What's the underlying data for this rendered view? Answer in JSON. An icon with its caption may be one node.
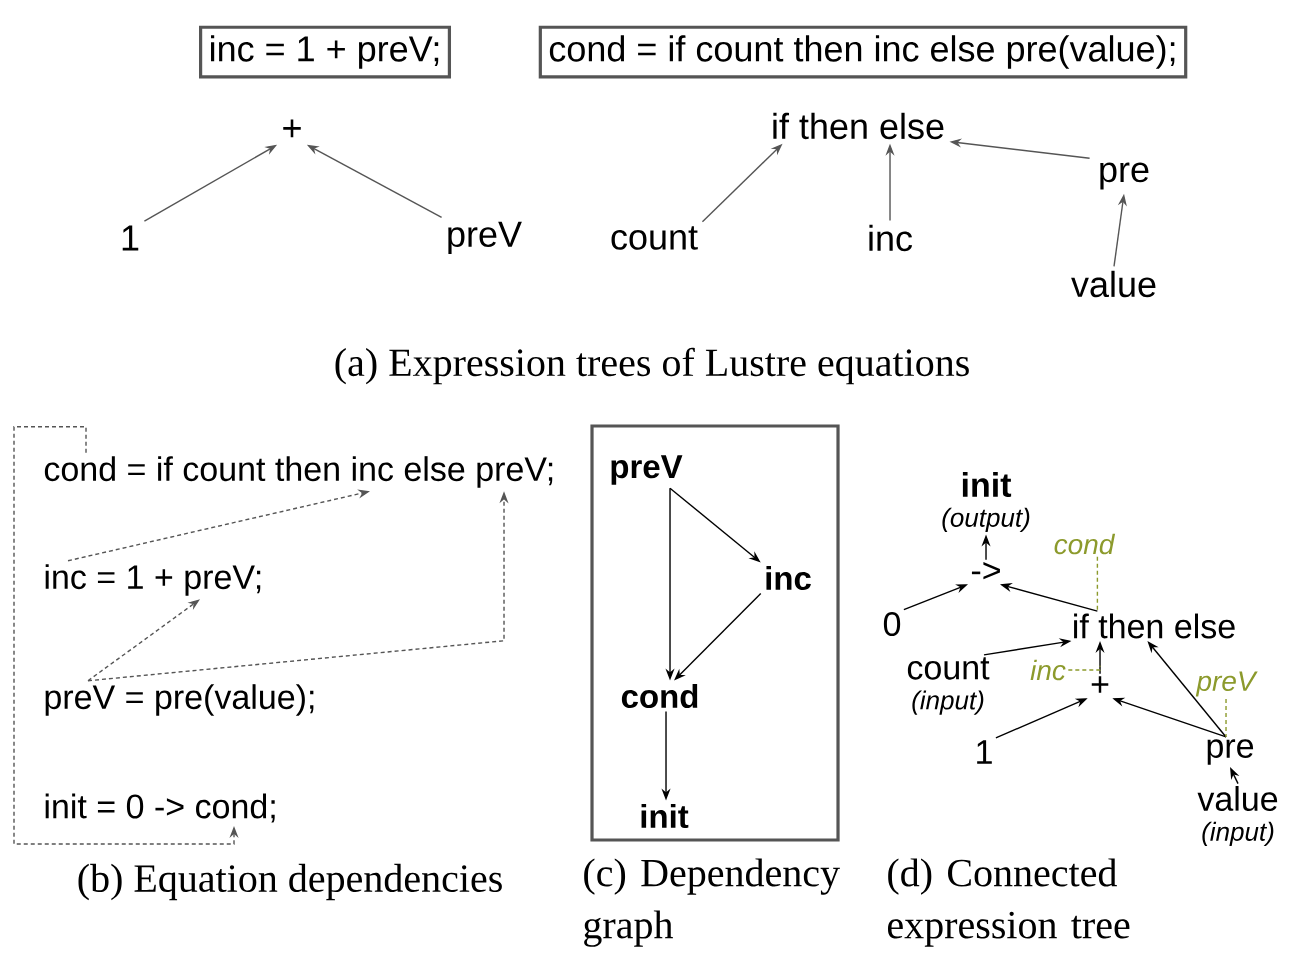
{
  "diagram": {
    "nodes": [
      {
        "text": [
          "inc = 1 + preV;"
        ]
      },
      {
        "text": [
          "cond = if count then inc else pre(value);"
        ]
      },
      {
        "text": [
          "+"
        ]
      },
      {
        "text": [
          "1"
        ]
      },
      {
        "text": [
          "preV"
        ]
      },
      {
        "text": [
          "if then else"
        ]
      },
      {
        "text": [
          "count"
        ]
      },
      {
        "text": [
          "inc"
        ]
      },
      {
        "text": [
          "pre"
        ]
      },
      {
        "text": [
          "value"
        ]
      },
      {
        "text": [
          "cond = if count then inc else preV;"
        ]
      },
      {
        "text": [
          "inc = 1 + preV;"
        ]
      },
      {
        "text": [
          "preV = pre(value);"
        ]
      },
      {
        "text": [
          "init = 0 -> cond;"
        ]
      },
      {
        "text": [],
        "shape": "box"
      },
      {
        "text": [
          "preV"
        ],
        "in": 14
      },
      {
        "text": [
          "inc"
        ],
        "in": 14
      },
      {
        "text": [
          "cond"
        ],
        "in": 14
      },
      {
        "text": [
          "init"
        ],
        "in": 14
      },
      {
        "text": [
          "init"
        ],
        "beside": [
          "(output)"
        ]
      },
      {
        "text": [
          "->"
        ]
      },
      {
        "text": [
          "0"
        ]
      },
      {
        "text": [
          "if then else"
        ]
      },
      {
        "text": [
          "count"
        ],
        "beside": [
          "(input)"
        ]
      },
      {
        "text": [
          "+"
        ]
      },
      {
        "text": [
          "1"
        ]
      },
      {
        "text": [
          "pre"
        ]
      },
      {
        "text": [
          "value"
        ],
        "beside": [
          "(input)"
        ]
      },
      {
        "text": [
          "cond"
        ]
      },
      {
        "text": [
          "inc"
        ]
      },
      {
        "text": [
          "preV"
        ]
      }
    ],
    "edges": [
      {
        "from": 3,
        "to": 2,
        "arrow": "to",
        "color": "#555555"
      },
      {
        "from": 4,
        "to": 2,
        "arrow": "to",
        "color": "#555555"
      },
      {
        "from": 6,
        "to": 5,
        "arrow": "to",
        "color": "#555555"
      },
      {
        "from": 7,
        "to": 5,
        "arrow": "to",
        "color": "#555555"
      },
      {
        "from": 8,
        "to": 5,
        "arrow": "to",
        "color": "#555555"
      },
      {
        "from": 9,
        "to": 8,
        "arrow": "to",
        "color": "#555555"
      },
      {
        "from": 11,
        "to": 10,
        "arrow": "to",
        "style": "dashed",
        "color": "#555555"
      },
      {
        "from": 12,
        "to": 11,
        "arrow": "to",
        "style": "dashed",
        "color": "#555555"
      },
      {
        "from": 12,
        "to": 10,
        "arrow": "to",
        "style": "dashed",
        "color": "#555555"
      },
      {
        "from": 10,
        "to": 13,
        "arrow": "to",
        "style": "dashed",
        "color": "#555555"
      },
      {
        "from": 15,
        "to": 16,
        "arrow": "to"
      },
      {
        "from": 15,
        "to": 17,
        "arrow": "to"
      },
      {
        "from": 16,
        "to": 17,
        "arrow": "to"
      },
      {
        "from": 17,
        "to": 18,
        "arrow": "to"
      },
      {
        "from": 20,
        "to": 19,
        "arrow": "to"
      },
      {
        "from": 21,
        "to": 20,
        "arrow": "to"
      },
      {
        "from": 22,
        "to": 20,
        "arrow": "to"
      },
      {
        "from": 23,
        "to": 22,
        "arrow": "to"
      },
      {
        "from": 24,
        "to": 22,
        "arrow": "to"
      },
      {
        "from": 25,
        "to": 24,
        "arrow": "to"
      },
      {
        "from": 26,
        "to": 24,
        "arrow": "to"
      },
      {
        "from": 26,
        "to": 22,
        "arrow": "to"
      },
      {
        "from": 27,
        "to": 26,
        "arrow": "to"
      },
      {
        "from": 28,
        "to": 22,
        "arrow": "none",
        "style": "dashed",
        "color": "#8c9a2c"
      },
      {
        "from": 29,
        "to": 24,
        "arrow": "none",
        "style": "dashed",
        "color": "#8c9a2c"
      },
      {
        "from": 30,
        "to": 26,
        "arrow": "none",
        "style": "dashed",
        "color": "#8c9a2c"
      }
    ],
    "labels": [
      "(a) Expression trees of Lustre equations",
      "(b) Equation dependencies",
      "(c) Dependency graph",
      "(d) Connected expression tree"
    ]
  }
}
